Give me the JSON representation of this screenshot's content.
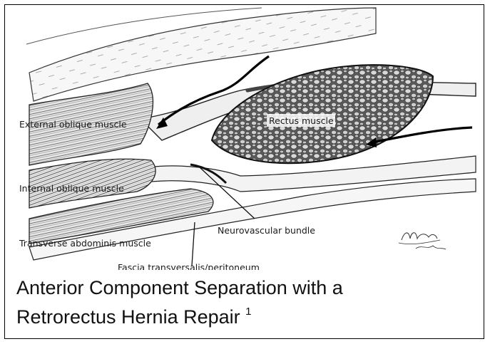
{
  "labels": {
    "rectus": "Rectus muscle",
    "external_oblique": "External oblique muscle",
    "internal_oblique": "Internal oblique muscle",
    "neurovascular": "Neurovascular bundle",
    "transverse": "Transverse abdominis muscle",
    "fascia": "Fascia transversalis/peritoneum"
  },
  "signature": "Maura Vezinas",
  "caption": {
    "line1": "Anterior Component Separation with a",
    "line2": "Retrorectus Hernia Repair",
    "footnote": "1"
  }
}
